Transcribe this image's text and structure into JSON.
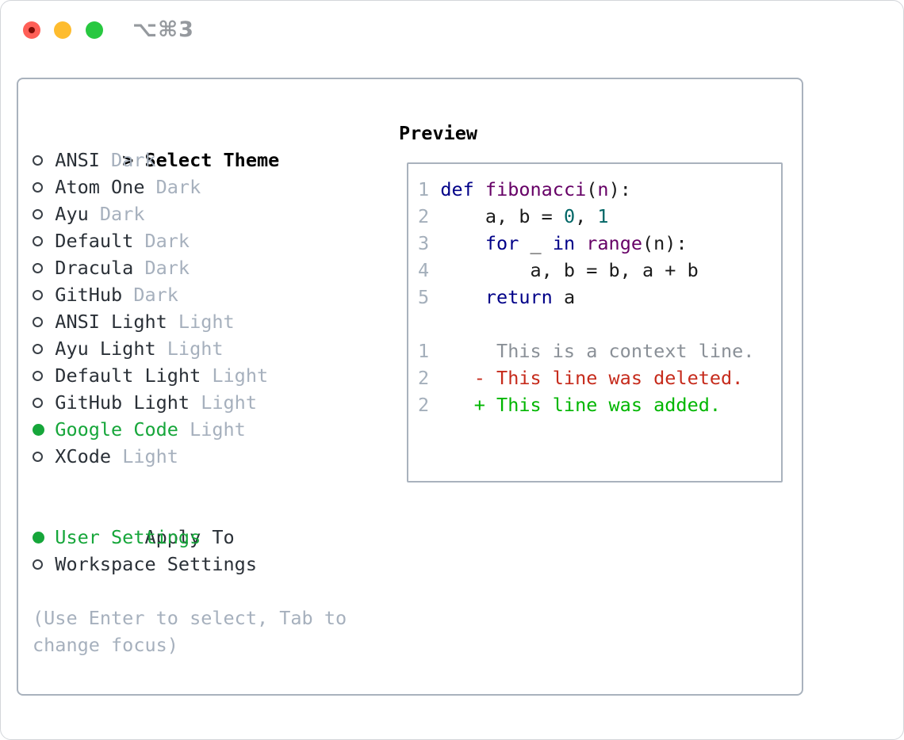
{
  "titlebar": {
    "shortcut_label": "⌥⌘3"
  },
  "sidebar": {
    "header": {
      "marker": ">",
      "label": "Select Theme"
    },
    "themes": [
      {
        "name": "ANSI",
        "variant": "Dark",
        "selected": false
      },
      {
        "name": "Atom One",
        "variant": "Dark",
        "selected": false
      },
      {
        "name": "Ayu",
        "variant": "Dark",
        "selected": false
      },
      {
        "name": "Default",
        "variant": "Dark",
        "selected": false
      },
      {
        "name": "Dracula",
        "variant": "Dark",
        "selected": false
      },
      {
        "name": "GitHub",
        "variant": "Dark",
        "selected": false
      },
      {
        "name": "ANSI Light",
        "variant": "Light",
        "selected": false
      },
      {
        "name": "Ayu Light",
        "variant": "Light",
        "selected": false
      },
      {
        "name": "Default Light",
        "variant": "Light",
        "selected": false
      },
      {
        "name": "GitHub Light",
        "variant": "Light",
        "selected": false
      },
      {
        "name": "Google Code",
        "variant": "Light",
        "selected": true
      },
      {
        "name": "XCode",
        "variant": "Light",
        "selected": false
      }
    ],
    "apply_to": {
      "label": "Apply To",
      "options": [
        {
          "label": "User Settings",
          "selected": true
        },
        {
          "label": "Workspace Settings",
          "selected": false
        }
      ]
    },
    "hint_lines": [
      "(Use Enter to select, Tab to",
      "change focus)"
    ]
  },
  "preview": {
    "title": "Preview",
    "code_lines": [
      {
        "n": "1",
        "t": [
          [
            "pl",
            " "
          ],
          [
            "kw",
            "def"
          ],
          [
            "pl",
            " "
          ],
          [
            "fn",
            "fibonacci"
          ],
          [
            "pl",
            "("
          ],
          [
            "fn",
            "n"
          ],
          [
            "pl",
            "):"
          ]
        ]
      },
      {
        "n": "2",
        "t": [
          [
            "pl",
            "     a, b = "
          ],
          [
            "lit",
            "0"
          ],
          [
            "pl",
            ", "
          ],
          [
            "lit",
            "1"
          ]
        ]
      },
      {
        "n": "3",
        "t": [
          [
            "pl",
            "     "
          ],
          [
            "kw",
            "for"
          ],
          [
            "pl",
            " _ "
          ],
          [
            "kw",
            "in"
          ],
          [
            "pl",
            " "
          ],
          [
            "fn",
            "range"
          ],
          [
            "pl",
            "(n):"
          ]
        ]
      },
      {
        "n": "4",
        "t": [
          [
            "pl",
            "         a, b = b, a + b"
          ]
        ]
      },
      {
        "n": "5",
        "t": [
          [
            "pl",
            "     "
          ],
          [
            "kw",
            "return"
          ],
          [
            "pl",
            " a"
          ]
        ]
      },
      {
        "n": "",
        "t": []
      },
      {
        "n": "1",
        "t": [
          [
            "ctx",
            "      This is a context line."
          ]
        ]
      },
      {
        "n": "2",
        "t": [
          [
            "del",
            "    - This line was deleted."
          ]
        ]
      },
      {
        "n": "2",
        "t": [
          [
            "add",
            "    + This line was added."
          ]
        ]
      }
    ]
  },
  "colors": {
    "syntax": {
      "kw": "#000088",
      "fn": "#660066",
      "lit": "#006666",
      "pl": "#1b1b1b",
      "num": "#a4afbb",
      "ctx": "#8a9097",
      "del": "#c62b1c",
      "add": "#00b600"
    },
    "ui": {
      "border": "#a9b2bd",
      "text": "#2a3037",
      "muted": "#a6b0bd",
      "green": "#16a63a",
      "shortcut": "#95999e"
    },
    "traffic": {
      "close": "#ff5f57",
      "close-dot": "#7e0c06",
      "min": "#febc2e",
      "zoom": "#28c840"
    }
  }
}
